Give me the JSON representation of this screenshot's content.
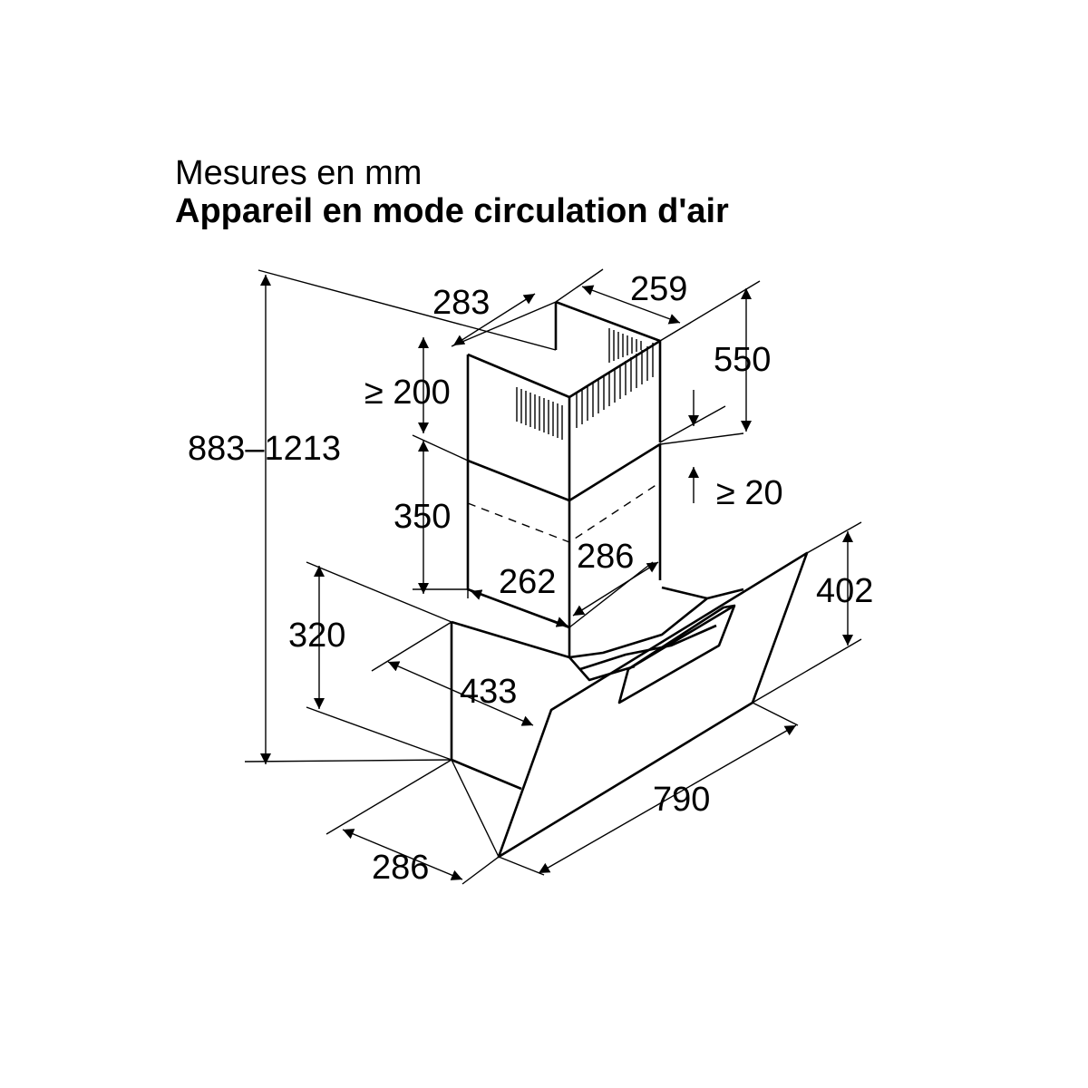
{
  "header": {
    "units_line": "Mesures en mm",
    "mode_line": "Appareil en mode circulation d'air"
  },
  "dimensions": {
    "total_height": "883–1213",
    "top_chimney_depth": "283",
    "top_chimney_width": "259",
    "upper_chimney_height": "550",
    "clearance_top": "≥ 200",
    "clearance_overlap": "≥ 20",
    "lower_chimney_height": "350",
    "lower_chimney_width": "262",
    "lower_chimney_depth": "286",
    "hood_front_height": "402",
    "body_height": "320",
    "body_depth": "433",
    "base_depth": "286",
    "hood_width": "790"
  }
}
